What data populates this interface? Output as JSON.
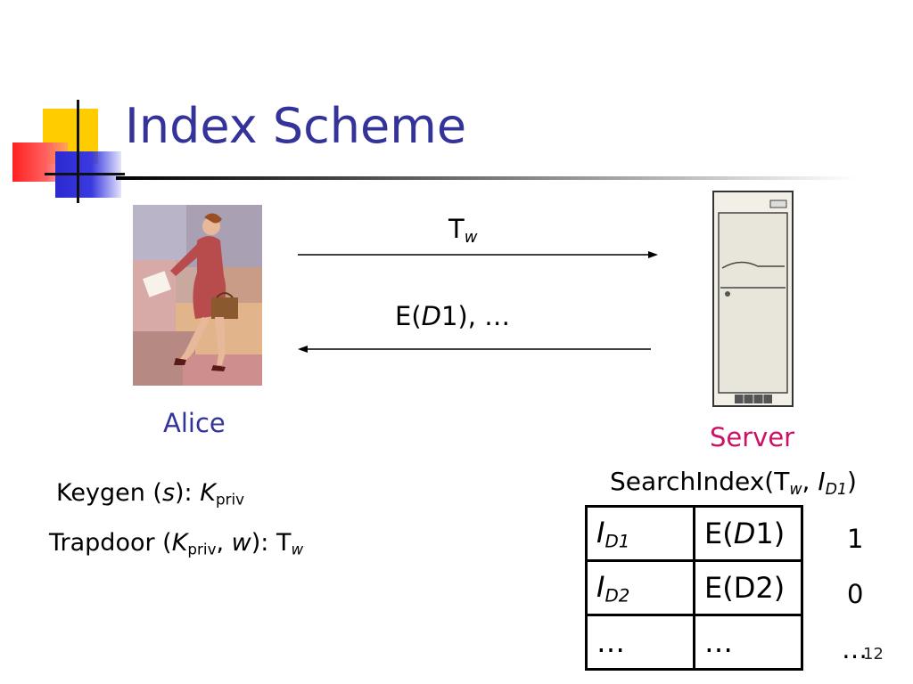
{
  "slide": {
    "title": "Index Scheme",
    "page_number": "12"
  },
  "actors": {
    "alice_label": "Alice",
    "server_label": "Server"
  },
  "messages": {
    "trapdoor_main": "T",
    "trapdoor_sub": "w",
    "response_prefix": "E(",
    "response_var": "D",
    "response_suffix": "1), …"
  },
  "functions": {
    "keygen": {
      "prefix": "Keygen (",
      "arg": "s",
      "mid": "): ",
      "out": "K",
      "out_sub": "priv"
    },
    "trapdoor": {
      "prefix": "Trapdoor (",
      "arg1": "K",
      "arg1_sub": "priv",
      "sep": ", ",
      "arg2": "w",
      "mid": "):  ",
      "out": "T",
      "out_sub": "w"
    },
    "search_index": {
      "prefix": "SearchIndex(T",
      "sub1": "w",
      "sep": ", ",
      "id": "I",
      "id_sub": "D1",
      "suffix": ")"
    }
  },
  "index_table": {
    "rows": [
      {
        "id": "I",
        "id_sub": "D1",
        "enc_prefix": "E(",
        "enc_var": "D",
        "enc_suffix": "1)",
        "bit": "1"
      },
      {
        "id": "I",
        "id_sub": "D2",
        "enc_plain": "E(D2)",
        "bit": "0"
      },
      {
        "id_plain": "…",
        "enc_plain": "…",
        "bit": "…"
      }
    ]
  },
  "colors": {
    "title": "#333399",
    "alice": "#333399",
    "server": "#cc1166"
  },
  "icons": {
    "alice": "businesswoman-walking-clipart",
    "server": "server-tower-clipart"
  }
}
